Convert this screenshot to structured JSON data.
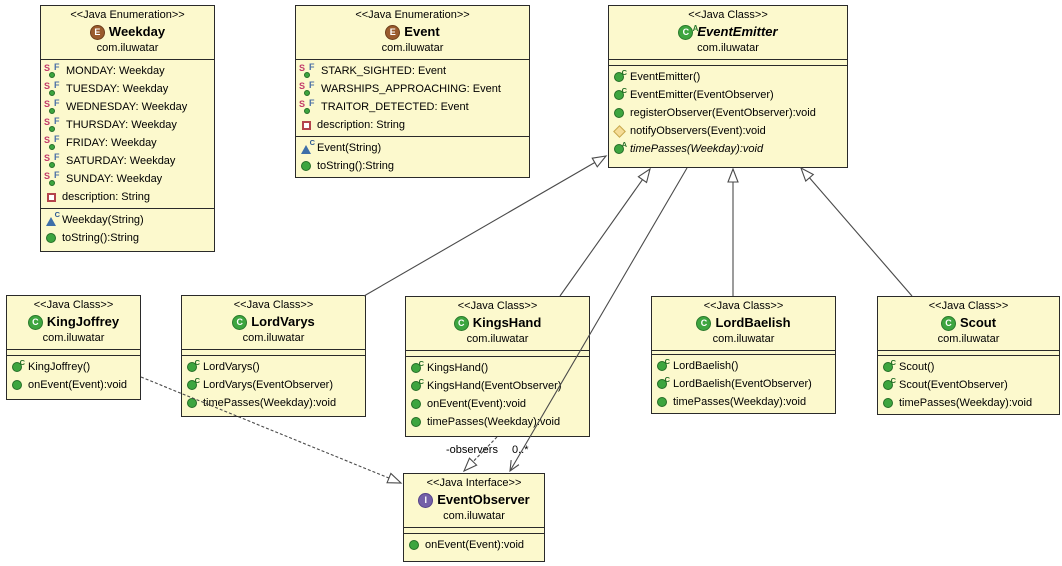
{
  "icons": {
    "enum_letter": "E",
    "class_letter": "C",
    "interface_letter": "I",
    "abstract_marker": "A",
    "constructor_marker": "C",
    "static_marker": "S",
    "final_marker": "F"
  },
  "colors": {
    "box_fill": "#FCF9CD",
    "box_border": "#2A2A2A",
    "edge": "#4A4A4A",
    "class_icon_green": "#3DA53F",
    "enum_icon_brown": "#9A5B2D",
    "interface_icon_purple": "#7460A8",
    "protected_diamond_gold": "#F5DC96",
    "private_field_red": "#B4434B",
    "constructor_triangle_blue": "#3E6FA8"
  },
  "classes": {
    "weekday": {
      "stereotype": "<<Java Enumeration>>",
      "name": "Weekday",
      "package": "com.iluwatar",
      "fields": [
        "MONDAY: Weekday",
        "TUESDAY: Weekday",
        "WEDNESDAY: Weekday",
        "THURSDAY: Weekday",
        "FRIDAY: Weekday",
        "SATURDAY: Weekday",
        "SUNDAY: Weekday",
        "description: String"
      ],
      "methods": [
        "Weekday(String)",
        "toString():String"
      ]
    },
    "event": {
      "stereotype": "<<Java Enumeration>>",
      "name": "Event",
      "package": "com.iluwatar",
      "fields": [
        "STARK_SIGHTED: Event",
        "WARSHIPS_APPROACHING: Event",
        "TRAITOR_DETECTED: Event",
        "description: String"
      ],
      "methods": [
        "Event(String)",
        "toString():String"
      ]
    },
    "event_emitter": {
      "stereotype": "<<Java Class>>",
      "name": "EventEmitter",
      "package": "com.iluwatar",
      "methods": [
        "EventEmitter()",
        "EventEmitter(EventObserver)",
        "registerObserver(EventObserver):void",
        "notifyObservers(Event):void",
        "timePasses(Weekday):void"
      ]
    },
    "king_joffrey": {
      "stereotype": "<<Java Class>>",
      "name": "KingJoffrey",
      "package": "com.iluwatar",
      "methods": [
        "KingJoffrey()",
        "onEvent(Event):void"
      ]
    },
    "lord_varys": {
      "stereotype": "<<Java Class>>",
      "name": "LordVarys",
      "package": "com.iluwatar",
      "methods": [
        "LordVarys()",
        "LordVarys(EventObserver)",
        "timePasses(Weekday):void"
      ]
    },
    "kings_hand": {
      "stereotype": "<<Java Class>>",
      "name": "KingsHand",
      "package": "com.iluwatar",
      "methods": [
        "KingsHand()",
        "KingsHand(EventObserver)",
        "onEvent(Event):void",
        "timePasses(Weekday):void"
      ]
    },
    "lord_baelish": {
      "stereotype": "<<Java Class>>",
      "name": "LordBaelish",
      "package": "com.iluwatar",
      "methods": [
        "LordBaelish()",
        "LordBaelish(EventObserver)",
        "timePasses(Weekday):void"
      ]
    },
    "scout": {
      "stereotype": "<<Java Class>>",
      "name": "Scout",
      "package": "com.iluwatar",
      "methods": [
        "Scout()",
        "Scout(EventObserver)",
        "timePasses(Weekday):void"
      ]
    },
    "event_observer": {
      "stereotype": "<<Java Interface>>",
      "name": "EventObserver",
      "package": "com.iluwatar",
      "methods": [
        "onEvent(Event):void"
      ]
    }
  },
  "association": {
    "name": "-observers",
    "multiplicity": "0..*"
  },
  "relationships": [
    {
      "from": "LordVarys",
      "to": "EventEmitter",
      "type": "generalization"
    },
    {
      "from": "KingsHand",
      "to": "EventEmitter",
      "type": "generalization"
    },
    {
      "from": "LordBaelish",
      "to": "EventEmitter",
      "type": "generalization"
    },
    {
      "from": "Scout",
      "to": "EventEmitter",
      "type": "generalization"
    },
    {
      "from": "KingJoffrey",
      "to": "EventObserver",
      "type": "realization"
    },
    {
      "from": "KingsHand",
      "to": "EventObserver",
      "type": "realization"
    },
    {
      "from": "EventEmitter",
      "to": "EventObserver",
      "type": "association",
      "label": "-observers",
      "multiplicity": "0..*"
    }
  ]
}
